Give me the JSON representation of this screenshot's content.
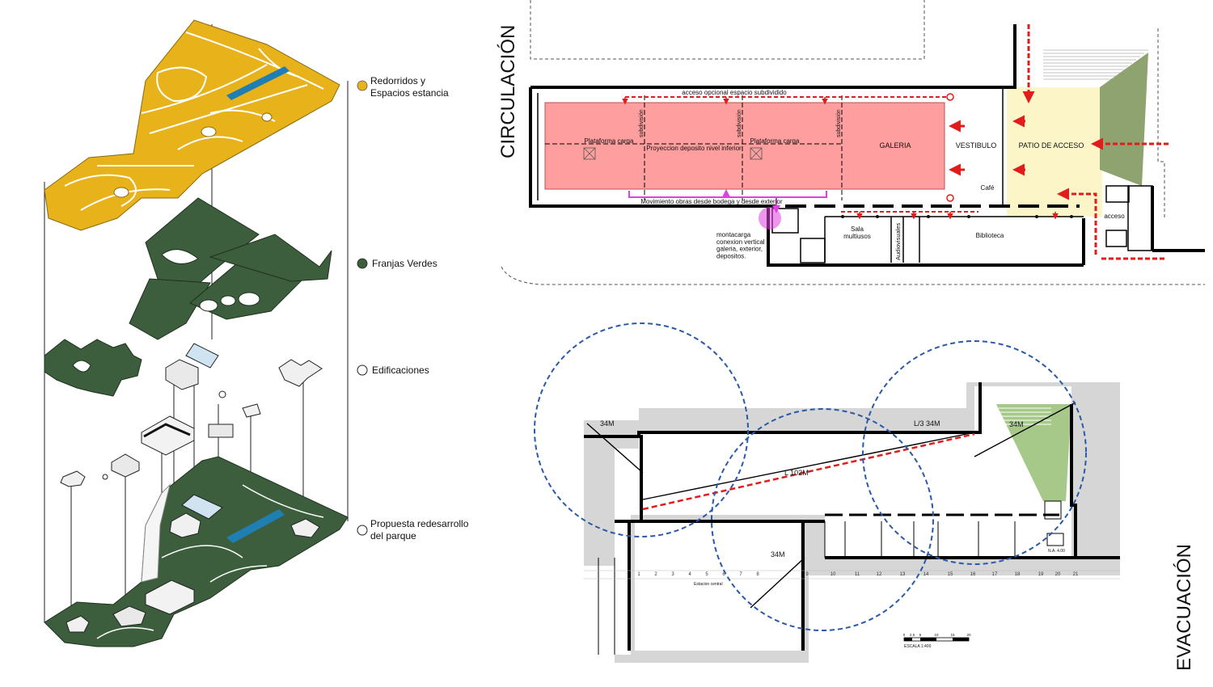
{
  "axon": {
    "legend": [
      {
        "label": [
          "Redorridos y",
          "Espacios estancia"
        ],
        "swatch": "#e8b21b"
      },
      {
        "label": [
          "Franjas Verdes"
        ],
        "swatch": "#3d5e3c"
      },
      {
        "label": [
          "Edificaciones"
        ],
        "swatch": "#ffffff"
      },
      {
        "label": [
          "Propuesta redesarrollo",
          "del parque"
        ],
        "swatch": "#ffffff"
      }
    ]
  },
  "circulation": {
    "section_title": "CIRCULACIÓN",
    "labels": {
      "top_route": "acceso opcional espacio subdividido",
      "plat1": "Plataforma carga",
      "plat2": "Plataforma carga",
      "deposit": "Proyeccion deposito nivel inferior",
      "galeria": "GALERIA",
      "vestibulo": "VESTIBULO",
      "patio": "PATIO DE ACCESO",
      "cafe": "Café",
      "movement": "Movimiento obras desde bodega y desde exterior",
      "sala": "Sala\nmultiusos",
      "audio": "Audiovisuales",
      "biblioteca": "Biblioteca",
      "acceso": "acceso",
      "montacarga": "montacarga\nconexion vertical\ngaleria, exterior,\ndepositos.",
      "sub": "subdivisión"
    }
  },
  "evacuation": {
    "section_title": "EVACUACIÓN",
    "labels": {
      "d1": "34M",
      "d2": "L/3  34M",
      "d3": "34M",
      "d4": "L 102M",
      "d5": "34M",
      "central": "Estacion central",
      "scale": "ESCALA 1:400",
      "level": "N.A. 4.00"
    },
    "grid_numbers": [
      "1",
      "2",
      "3",
      "4",
      "5",
      "6",
      "7",
      "8",
      "9",
      "10",
      "11",
      "12",
      "13",
      "14",
      "15",
      "16",
      "17",
      "18",
      "19",
      "20",
      "21"
    ],
    "scale_ticks": [
      "0",
      "2.5",
      "5",
      "10",
      "15",
      "20"
    ]
  },
  "colors": {
    "yellow": "#e8b21b",
    "green": "#3d5e3c",
    "pink": "#ff9e9e",
    "patio": "#fbf5c8",
    "red_arrow": "#e21b1b",
    "blue_circle": "#2a59a8",
    "magenta": "#e040e0",
    "light_green": "#a6c98a"
  }
}
